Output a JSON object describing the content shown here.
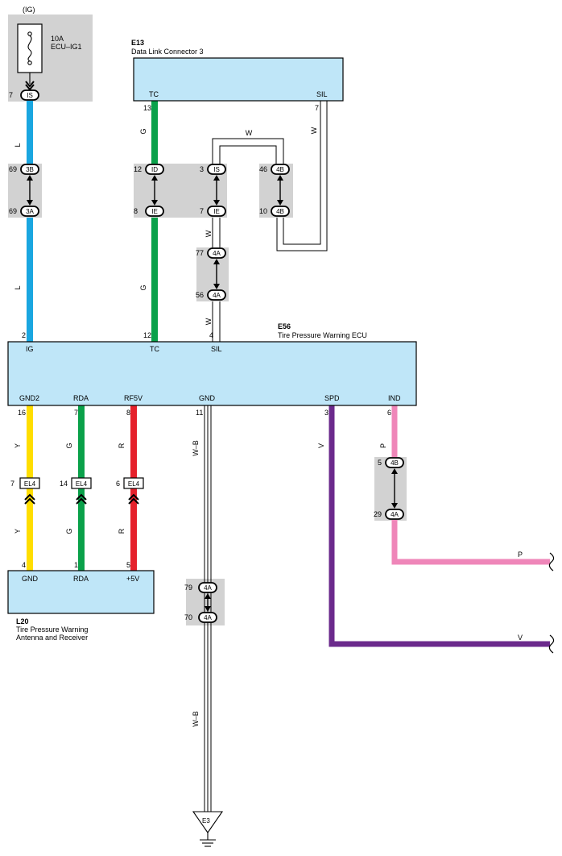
{
  "colors": {
    "L": "#1aa6e0",
    "G": "#0aa14a",
    "Y": "#ffde00",
    "R": "#e5212b",
    "V": "#6b2a8c",
    "P": "#ef86b9",
    "box_fill": "#bfe6f8",
    "junction_bg": "#d2d2d2"
  },
  "power": {
    "tag": "(IG)",
    "fuse_rating": "10A",
    "fuse_name": "ECU–IG1"
  },
  "e13": {
    "code": "E13",
    "name": "Data Link Connector 3",
    "pin_tc": "TC",
    "pin_sil": "SIL",
    "num_tc": "13",
    "num_sil": "7"
  },
  "e56": {
    "code": "E56",
    "name": "Tire Pressure Warning ECU",
    "top_pins": {
      "ig": "IG",
      "tc": "TC",
      "sil": "SIL"
    },
    "top_nums": {
      "ig": "2",
      "tc": "12",
      "sil": "4"
    },
    "bottom_pins": {
      "gnd2": "GND2",
      "rda": "RDA",
      "rf5v": "RF5V",
      "gnd": "GND",
      "spd": "SPD",
      "ind": "IND"
    },
    "bottom_nums": {
      "gnd2": "16",
      "rda": "7",
      "rf5v": "8",
      "gnd": "11",
      "spd": "3",
      "ind": "6"
    }
  },
  "l20": {
    "code": "L20",
    "name_line1": "Tire Pressure Warning",
    "name_line2": "Antenna and Receiver",
    "pins": {
      "gnd": "GND",
      "rda": "RDA",
      "p5v": "+5V"
    },
    "nums": {
      "gnd": "4",
      "rda": "1",
      "p5v": "5"
    }
  },
  "connectors": {
    "is7": {
      "num": "7",
      "code": "IS"
    },
    "c3b": {
      "num": "69",
      "code": "3B"
    },
    "c3a": {
      "num": "69",
      "code": "3A"
    },
    "id12": {
      "num": "12",
      "code": "ID"
    },
    "ie8": {
      "num": "8",
      "code": "IE"
    },
    "is3": {
      "num": "3",
      "code": "IS"
    },
    "ie7": {
      "num": "7",
      "code": "IE"
    },
    "b46": {
      "num": "46",
      "code": "4B"
    },
    "b10": {
      "num": "10",
      "code": "4B"
    },
    "a77": {
      "num": "77",
      "code": "4A"
    },
    "a56": {
      "num": "56",
      "code": "4A"
    },
    "b5": {
      "num": "5",
      "code": "4B"
    },
    "a29": {
      "num": "29",
      "code": "4A"
    },
    "a79": {
      "num": "79",
      "code": "4A"
    },
    "a70": {
      "num": "70",
      "code": "4A"
    },
    "el7": {
      "num": "7",
      "code": "EL4"
    },
    "el14": {
      "num": "14",
      "code": "EL4"
    },
    "el6": {
      "num": "6",
      "code": "EL4"
    }
  },
  "wires": {
    "l_upper": "L",
    "l_lower": "L",
    "g_upper": "G",
    "g_lower": "G",
    "w_top": "W",
    "w_sil_right": "W",
    "w_mid": "W",
    "w_low": "W",
    "y_upper": "Y",
    "y_lower": "Y",
    "g2_upper": "G",
    "g2_lower": "G",
    "r_upper": "R",
    "r_lower": "R",
    "wb_upper": "W–B",
    "wb_lower": "W–B",
    "v_label": "V",
    "v_end": "V",
    "p_label": "P",
    "p_end": "P"
  },
  "ground": {
    "code": "E3"
  }
}
